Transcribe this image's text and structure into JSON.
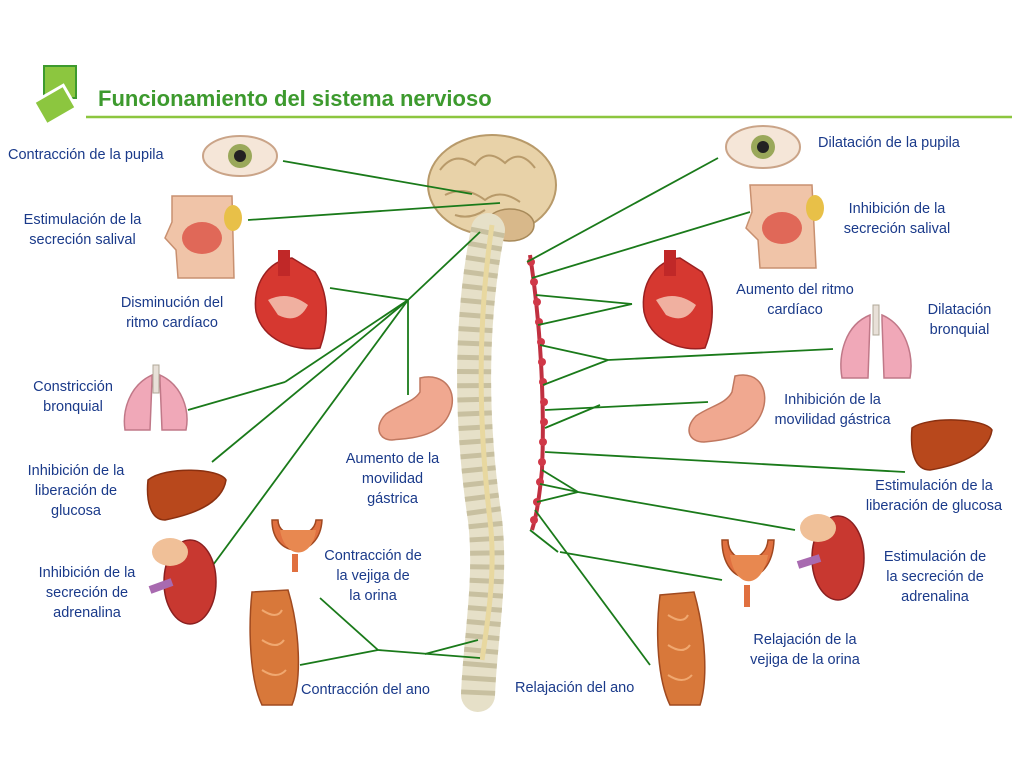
{
  "title": "Funcionamiento del sistema nervioso",
  "colors": {
    "title": "#3d9a2e",
    "lines": "#1a7a1a",
    "label_text": "#1a3a8a",
    "accent": "#8cc63f"
  },
  "left_labels": {
    "pupil": "Contracción de la pupila",
    "saliva": "Estimulación de la\nsecreción salival",
    "heart": "Disminución del\nritmo cardíaco",
    "lung": "Constricción\nbronquial",
    "liver": "Inhibición de la\nliberación de\nglucosa",
    "kidney": "Inhibición de la\nsecreción de\nadrenalina",
    "stomach": "Aumento de la\nmovilidad\ngástrica",
    "bladder": "Contracción de\nla vejiga de\nla orina",
    "anus": "Contracción del ano"
  },
  "right_labels": {
    "pupil": "Dilatación de la pupila",
    "saliva": "Inhibición de la\nsecreción salival",
    "heart": "Aumento del ritmo\ncardíaco",
    "lung": "Dilatación\nbronquial",
    "stomach": "Inhibición de la\nmovilidad gástrica",
    "liver": "Estimulación de la\nliberación de glucosa",
    "kidney": "Estimulación de\nla secreción de\nadrenalina",
    "bladder": "Relajación de la\nvejiga de la orina",
    "anus": "Relajación del ano"
  }
}
